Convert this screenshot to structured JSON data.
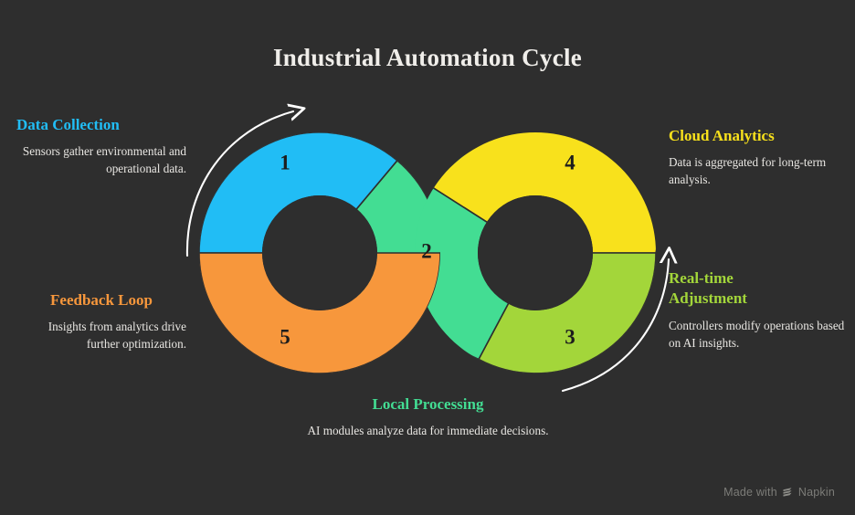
{
  "page": {
    "title": "Industrial Automation Cycle",
    "background_color": "#2e2e2e",
    "title_color": "#f0eeea"
  },
  "chart_data": {
    "type": "pie",
    "title": "Industrial Automation Cycle",
    "layout": "infinity-loop double donut, 5 segments",
    "segments": [
      {
        "number": "1",
        "label": "Data Collection",
        "description": "Sensors gather environmental and operational data.",
        "color": "#21bdf5",
        "ring": "left",
        "start_deg": 180,
        "end_deg": 50
      },
      {
        "number": "2",
        "label": "Local Processing",
        "description": "AI modules analyze data for immediate decisions.",
        "color": "#43dd93",
        "ring": "bridge",
        "start_deg": 50,
        "end_deg": -120
      },
      {
        "number": "3",
        "label": "Real-time Adjustment",
        "description": "Controllers modify operations based on AI insights.",
        "color": "#a3d63a",
        "ring": "right",
        "start_deg": 0,
        "end_deg": -115
      },
      {
        "number": "4",
        "label": "Cloud Analytics",
        "description": "Data is aggregated for long-term analysis.",
        "color": "#f8e11c",
        "ring": "right",
        "start_deg": 0,
        "end_deg": 155
      },
      {
        "number": "5",
        "label": "Feedback Loop",
        "description": "Insights from analytics drive further optimization.",
        "color": "#f7973c",
        "ring": "left",
        "start_deg": 180,
        "end_deg": 360
      }
    ]
  },
  "blocks": {
    "data_collection": {
      "heading": "Data Collection",
      "description": "Sensors gather environmental and operational data.",
      "color": "#21bdf5"
    },
    "feedback_loop": {
      "heading": "Feedback Loop",
      "description": "Insights from analytics drive further optimization.",
      "color": "#f7973c"
    },
    "cloud_analytics": {
      "heading": "Cloud Analytics",
      "description": "Data is aggregated for long-term analysis.",
      "color": "#f8e11c"
    },
    "realtime_adjustment": {
      "heading": "Real-time Adjustment",
      "description": "Controllers modify operations based on AI insights.",
      "color": "#a3d63a"
    },
    "local_processing": {
      "heading": "Local Processing",
      "description": "AI modules analyze data for immediate decisions.",
      "color": "#43dd93"
    }
  },
  "numbers": {
    "one": "1",
    "two": "2",
    "three": "3",
    "four": "4",
    "five": "5"
  },
  "arrows": {
    "left_direction": "counter-clockwise-up",
    "right_direction": "clockwise-up",
    "color": "#ffffff"
  },
  "watermark": {
    "prefix": "Made with",
    "brand": "Napkin",
    "icon": "napkin-logo-icon",
    "color": "#7c7c78"
  }
}
